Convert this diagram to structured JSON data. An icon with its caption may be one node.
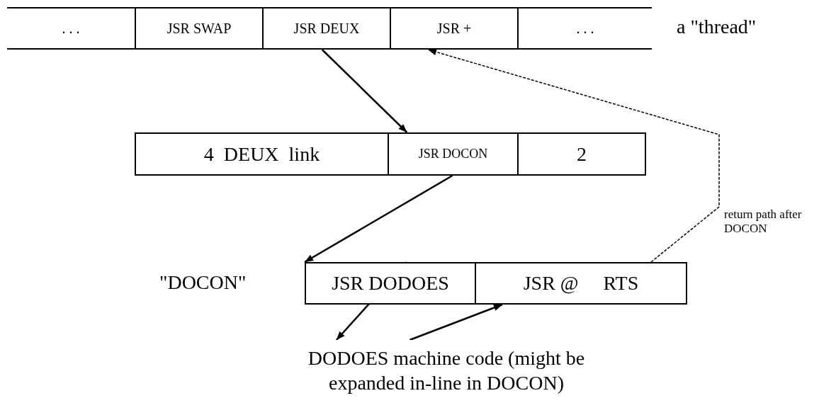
{
  "diagram": {
    "nodes": [
      {
        "text": [
          ". . ."
        ]
      },
      {
        "text": [
          "JSR SWAP"
        ]
      },
      {
        "text": [
          "JSR DEUX"
        ]
      },
      {
        "text": [
          "JSR +"
        ]
      },
      {
        "text": [
          ". . ."
        ]
      },
      {
        "text": [
          "4  DEUX  link"
        ]
      },
      {
        "text": [
          "JSR DOCON"
        ]
      },
      {
        "text": [
          "2"
        ]
      },
      {
        "text": [
          "JSR DODOES"
        ]
      },
      {
        "text": [
          "JSR @     RTS"
        ]
      },
      {
        "text": [
          "DODOES machine code (might be expanded in-line in DOCON)"
        ]
      }
    ],
    "edges": [
      {
        "from": 2,
        "to": 6,
        "arrow": "to"
      },
      {
        "from": 6,
        "to": 8,
        "arrow": "to"
      },
      {
        "from": 9,
        "to": 3,
        "arrow": "to",
        "style": "dashed",
        "label": "return path after DOCON"
      },
      {
        "from": 8,
        "to": 10,
        "arrow": "to"
      },
      {
        "from": 10,
        "to": 9,
        "arrow": "to"
      }
    ],
    "labels": [
      "a \"thread\"",
      "\"DOCON\""
    ]
  }
}
